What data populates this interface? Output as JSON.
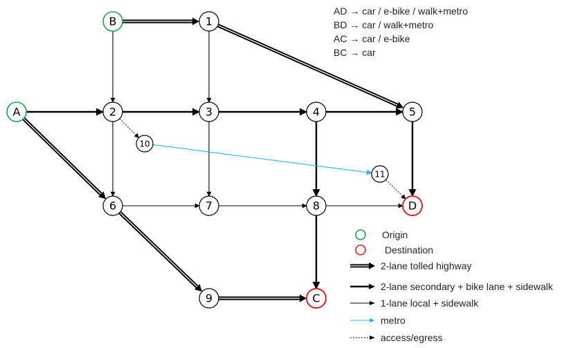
{
  "modes": [
    "AD → car / e-bike / walk+metro",
    "BD → car / walk+metro",
    "AC → car / e-bike",
    "BC → car"
  ],
  "nodes": [
    {
      "id": "A",
      "label": "A",
      "role": "origin"
    },
    {
      "id": "B",
      "label": "B",
      "role": "origin"
    },
    {
      "id": "n1",
      "label": "1",
      "role": "plain"
    },
    {
      "id": "n2",
      "label": "2",
      "role": "plain"
    },
    {
      "id": "n3",
      "label": "3",
      "role": "plain"
    },
    {
      "id": "n4",
      "label": "4",
      "role": "plain"
    },
    {
      "id": "n5",
      "label": "5",
      "role": "plain"
    },
    {
      "id": "n6",
      "label": "6",
      "role": "plain"
    },
    {
      "id": "n7",
      "label": "7",
      "role": "plain"
    },
    {
      "id": "n8",
      "label": "8",
      "role": "plain"
    },
    {
      "id": "n9",
      "label": "9",
      "role": "plain"
    },
    {
      "id": "n10",
      "label": "10",
      "role": "plain"
    },
    {
      "id": "n11",
      "label": "11",
      "role": "plain"
    },
    {
      "id": "D",
      "label": "D",
      "role": "destination"
    },
    {
      "id": "C",
      "label": "C",
      "role": "destination"
    }
  ],
  "edges": [
    {
      "from": "B",
      "to": "n1",
      "type": "highway"
    },
    {
      "from": "n1",
      "to": "n5",
      "type": "highway"
    },
    {
      "from": "A",
      "to": "n6",
      "type": "highway"
    },
    {
      "from": "n6",
      "to": "n9",
      "type": "highway"
    },
    {
      "from": "n9",
      "to": "C",
      "type": "highway"
    },
    {
      "from": "A",
      "to": "n2",
      "type": "secondary"
    },
    {
      "from": "n2",
      "to": "n3",
      "type": "secondary"
    },
    {
      "from": "n3",
      "to": "n4",
      "type": "secondary"
    },
    {
      "from": "n4",
      "to": "n5",
      "type": "secondary"
    },
    {
      "from": "n4",
      "to": "n8",
      "type": "secondary"
    },
    {
      "from": "n8",
      "to": "C",
      "type": "secondary"
    },
    {
      "from": "n5",
      "to": "D",
      "type": "secondary"
    },
    {
      "from": "B",
      "to": "n2",
      "type": "local"
    },
    {
      "from": "n1",
      "to": "n3",
      "type": "local"
    },
    {
      "from": "n2",
      "to": "n6",
      "type": "local"
    },
    {
      "from": "n3",
      "to": "n7",
      "type": "local"
    },
    {
      "from": "n6",
      "to": "n7",
      "type": "local"
    },
    {
      "from": "n7",
      "to": "n8",
      "type": "local"
    },
    {
      "from": "n8",
      "to": "D",
      "type": "local"
    },
    {
      "from": "n10",
      "to": "n11",
      "type": "metro"
    },
    {
      "from": "n2",
      "to": "n10",
      "type": "access"
    },
    {
      "from": "n11",
      "to": "D",
      "type": "access"
    }
  ],
  "legend": {
    "origin": "Origin",
    "destination": "Destination",
    "highway": "2-lane tolled highway",
    "secondary": "2-lane secondary + bike lane + sidewalk",
    "local": "1-lane local + sidewalk",
    "metro": "metro",
    "access": "access/egress"
  },
  "colors": {
    "origin": "#1aa34a",
    "destination": "#e02020",
    "metro": "#2cb4e6",
    "line": "#000000"
  }
}
